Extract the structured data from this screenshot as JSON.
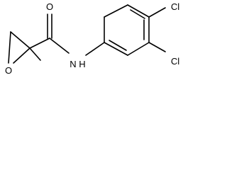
{
  "molecule": {
    "atoms": {
      "oxygen_carbonyl": "O",
      "nitrogen_amide": "N",
      "hydrogen_amide": "H",
      "chlorine_upper": "Cl",
      "chlorine_lower": "Cl",
      "oxygen_epoxide": "O"
    }
  },
  "colors": {
    "bond": "#000000",
    "label": "#000000",
    "background": "#ffffff"
  }
}
